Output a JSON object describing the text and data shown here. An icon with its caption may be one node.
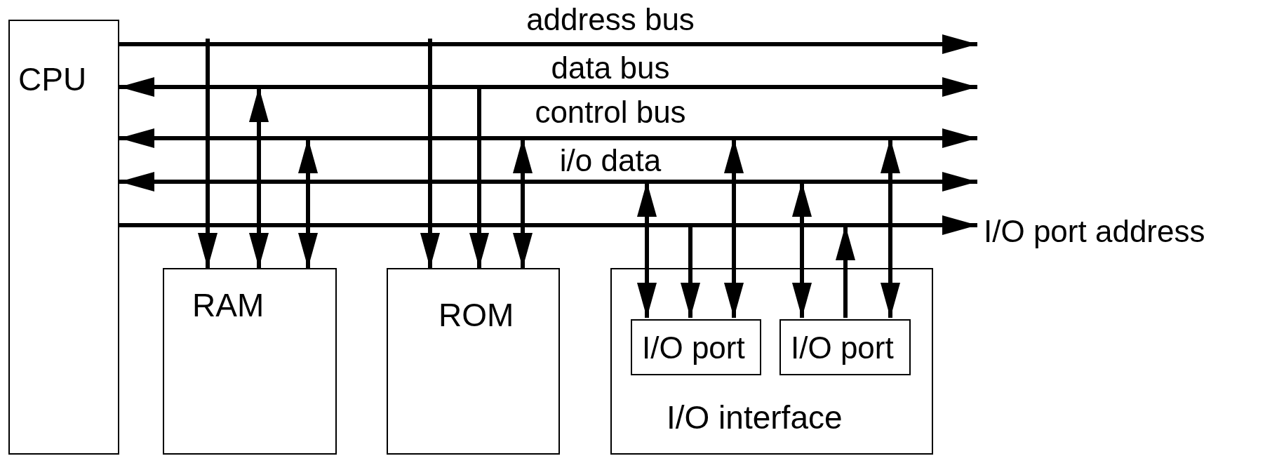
{
  "diagram": {
    "nodes": [
      {
        "text": [
          "CPU"
        ]
      },
      {
        "text": [
          "RAM"
        ]
      },
      {
        "text": [
          "ROM"
        ]
      },
      {
        "text": [
          "I/O interface"
        ]
      },
      {
        "text": [
          "I/O port"
        ],
        "in": 3
      },
      {
        "text": [
          "I/O port"
        ],
        "in": 3
      }
    ],
    "edges": [
      {
        "from": 0,
        "to": null,
        "arrow": "to",
        "label": "address bus"
      },
      {
        "from": 0,
        "to": null,
        "arrow": "both",
        "label": "data bus"
      },
      {
        "from": 0,
        "to": null,
        "arrow": "both",
        "label": "control bus"
      },
      {
        "from": 0,
        "to": null,
        "arrow": "both",
        "label": "i/o data"
      },
      {
        "from": 0,
        "to": null,
        "arrow": "to",
        "label": "I/O port address"
      },
      {
        "from": null,
        "to": 1,
        "arrow": "to"
      },
      {
        "from": null,
        "to": 1,
        "arrow": "both"
      },
      {
        "from": null,
        "to": 1,
        "arrow": "both"
      },
      {
        "from": null,
        "to": 2,
        "arrow": "to"
      },
      {
        "from": null,
        "to": 2,
        "arrow": "to"
      },
      {
        "from": null,
        "to": 2,
        "arrow": "both"
      },
      {
        "from": null,
        "to": 4,
        "arrow": "both"
      },
      {
        "from": null,
        "to": 4,
        "arrow": "to"
      },
      {
        "from": null,
        "to": 4,
        "arrow": "both"
      },
      {
        "from": null,
        "to": 5,
        "arrow": "both"
      },
      {
        "from": 5,
        "to": null,
        "arrow": "to"
      },
      {
        "from": null,
        "to": 5,
        "arrow": "both"
      }
    ]
  }
}
